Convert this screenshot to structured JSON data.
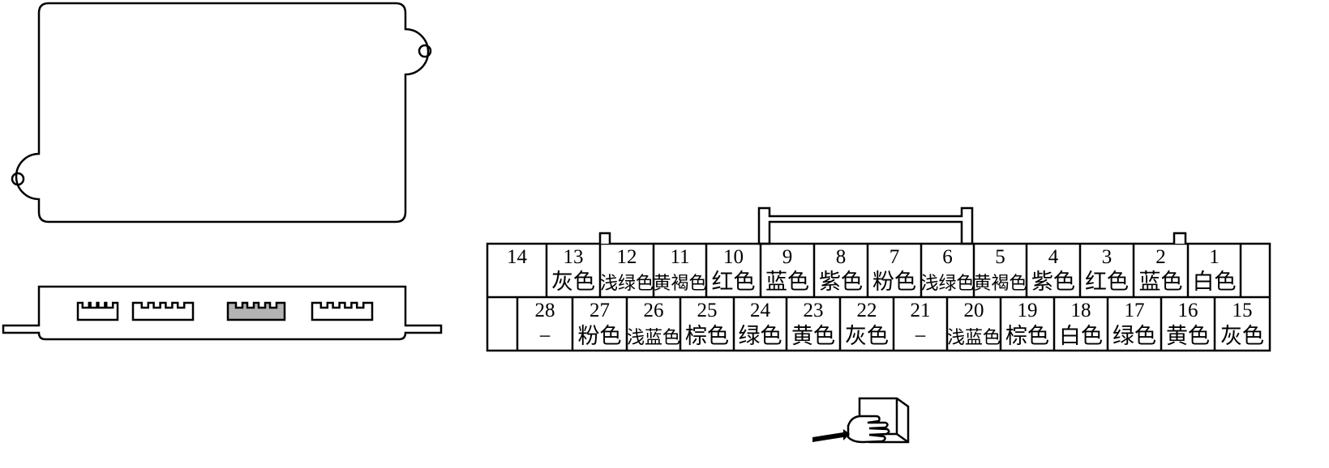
{
  "connector": {
    "top_row": [
      {
        "pin": "14",
        "color": ""
      },
      {
        "pin": "13",
        "color": "灰色"
      },
      {
        "pin": "12",
        "color": "浅绿色"
      },
      {
        "pin": "11",
        "color": "黄褐色"
      },
      {
        "pin": "10",
        "color": "红色"
      },
      {
        "pin": "9",
        "color": "蓝色"
      },
      {
        "pin": "8",
        "color": "紫色"
      },
      {
        "pin": "7",
        "color": "粉色"
      },
      {
        "pin": "6",
        "color": "浅绿色"
      },
      {
        "pin": "5",
        "color": "黄褐色"
      },
      {
        "pin": "4",
        "color": "紫色"
      },
      {
        "pin": "3",
        "color": "红色"
      },
      {
        "pin": "2",
        "color": "蓝色"
      },
      {
        "pin": "1",
        "color": "白色"
      }
    ],
    "bottom_row": [
      {
        "pin": "28",
        "color": "−"
      },
      {
        "pin": "27",
        "color": "粉色"
      },
      {
        "pin": "26",
        "color": "浅蓝色"
      },
      {
        "pin": "25",
        "color": "棕色"
      },
      {
        "pin": "24",
        "color": "绿色"
      },
      {
        "pin": "23",
        "color": "黄色"
      },
      {
        "pin": "22",
        "color": "灰色"
      },
      {
        "pin": "21",
        "color": "−"
      },
      {
        "pin": "20",
        "color": "浅蓝色"
      },
      {
        "pin": "19",
        "color": "棕色"
      },
      {
        "pin": "18",
        "color": "白色"
      },
      {
        "pin": "17",
        "color": "绿色"
      },
      {
        "pin": "16",
        "color": "黄色"
      },
      {
        "pin": "15",
        "color": "灰色"
      }
    ]
  },
  "module": {
    "highlighted_connector_index": 2,
    "highlight_color": "#b3b3b3"
  },
  "icons": {
    "hand": "pointing-hand-icon"
  }
}
